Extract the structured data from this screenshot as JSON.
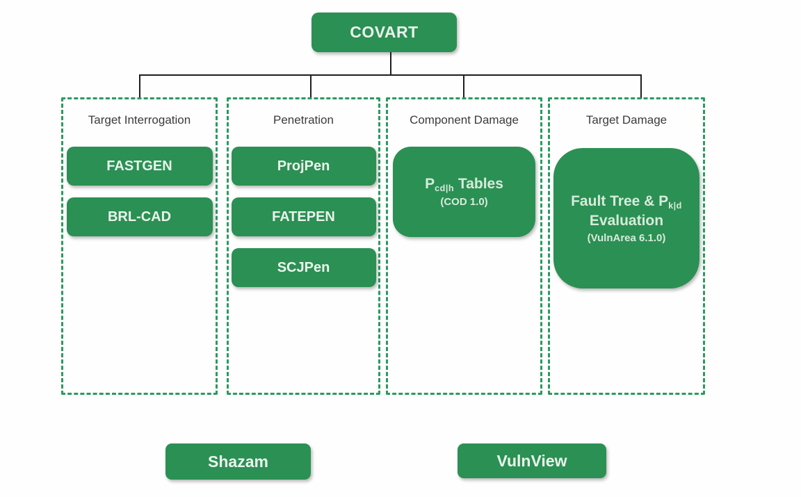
{
  "diagram": {
    "root": {
      "label": "COVART"
    },
    "columns": [
      {
        "title": "Target Interrogation",
        "items": [
          "FASTGEN",
          "BRL-CAD"
        ]
      },
      {
        "title": "Penetration",
        "items": [
          "ProjPen",
          "FATEPEN",
          "SCJPen"
        ]
      },
      {
        "title": "Component Damage",
        "box": {
          "prefix": "P",
          "sub": "cd|h",
          "suffix": "Tables",
          "caption": "(COD 1.0)"
        }
      },
      {
        "title": "Target Damage",
        "box": {
          "prefix": "Fault Tree & P",
          "sub": "k|d",
          "line2": "Evaluation",
          "caption": "(VulnArea 6.1.0)"
        }
      }
    ],
    "footer_nodes": [
      "Shazam",
      "VulnView"
    ]
  },
  "colors": {
    "node_green": "#2b9053",
    "dash_green": "#2a9a61",
    "connector": "#1e1e1e",
    "node_text": "#eaf4ec",
    "big_node_text": "#d7ebdc",
    "title_text": "#3b3b3b",
    "background": "#fefefe"
  }
}
